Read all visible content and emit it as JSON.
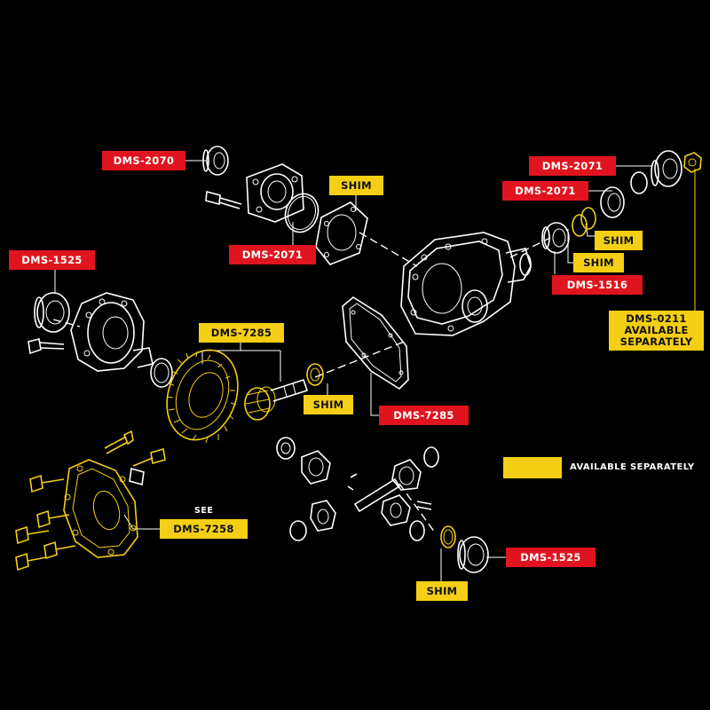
{
  "colors": {
    "background": "#000000",
    "oem_part_tag": "#e0141e",
    "available_separately_tag": "#f5cf16",
    "line_art": "#ffffff"
  },
  "labels": {
    "dms_2070": "DMS-2070",
    "dms_2071_top_right_1": "DMS-2071",
    "dms_2071_top_right_2": "DMS-2071",
    "dms_2071_cover": "DMS-2071",
    "dms_1525_left": "DMS-1525",
    "dms_1525_bottom": "DMS-1525",
    "dms_1516": "DMS-1516",
    "dms_7285_gear": "DMS-7285",
    "dms_7285_gasket": "DMS-7285",
    "dms_7258": "DMS-7258",
    "see_prefix": "SEE",
    "shim_top": "SHIM",
    "shim_right_1": "SHIM",
    "shim_right_2": "SHIM",
    "shim_pinion": "SHIM",
    "shim_bottom": "SHIM",
    "dms_0211_lines": [
      "DMS-0211",
      "AVAILABLE",
      "SEPARATELY"
    ]
  },
  "legend": {
    "swatch_color": "#f5cf16",
    "text": "AVAILABLE SEPARATELY"
  }
}
